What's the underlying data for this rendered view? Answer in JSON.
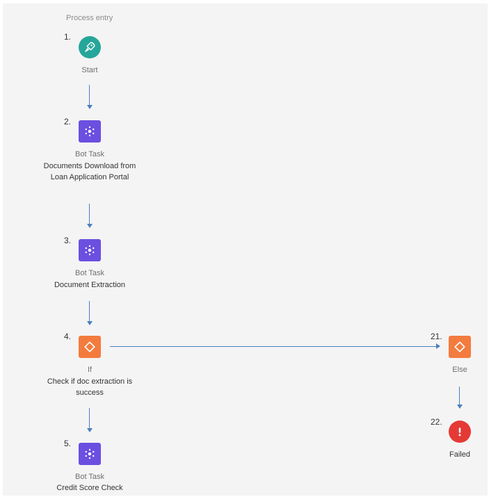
{
  "diagram": {
    "entry_label": "Process entry",
    "colors": {
      "start": "#26a69a",
      "bot_task": "#6b4fe0",
      "condition": "#f47b3e",
      "failed": "#e53935",
      "connector": "#4a7fc0"
    },
    "nodes": [
      {
        "number": "1.",
        "icon": "rocket-icon",
        "type": "Start",
        "desc": ""
      },
      {
        "number": "2.",
        "icon": "bot-task-icon",
        "type": "Bot Task",
        "desc": "Documents Download from Loan Application Portal"
      },
      {
        "number": "3.",
        "icon": "bot-task-icon",
        "type": "Bot Task",
        "desc": "Document Extraction"
      },
      {
        "number": "4.",
        "icon": "condition-diamond-icon",
        "type": "If",
        "desc": "Check if doc extraction is success"
      },
      {
        "number": "5.",
        "icon": "bot-task-icon",
        "type": "Bot Task",
        "desc": "Credit Score Check"
      },
      {
        "number": "21.",
        "icon": "condition-diamond-icon",
        "type": "Else",
        "desc": ""
      },
      {
        "number": "22.",
        "icon": "exclamation-icon",
        "type": "Failed",
        "desc": ""
      }
    ]
  }
}
